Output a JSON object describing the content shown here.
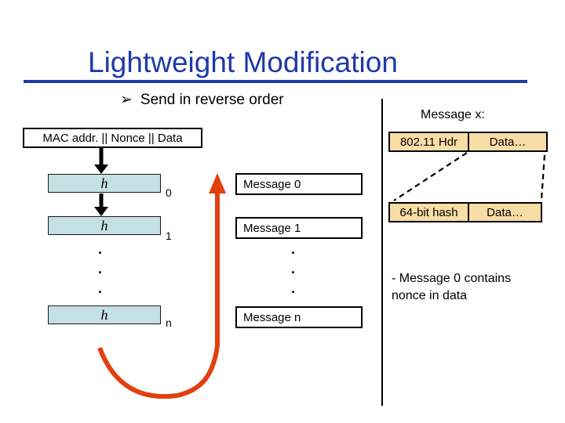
{
  "slide": {
    "title": "Lightweight Modification",
    "bullet": {
      "glyph": "➢",
      "text": "Send in reverse order"
    }
  },
  "pipeline": {
    "input_box": "MAC addr. || Nonce || Data",
    "hash_boxes": [
      {
        "label": "h",
        "subscript": "0"
      },
      {
        "label": "h",
        "subscript": "1"
      },
      {
        "label": "h",
        "subscript": "n"
      }
    ],
    "dots": [
      ".",
      ".",
      "."
    ]
  },
  "messages": {
    "items": [
      "Message 0",
      "Message 1",
      "Message n"
    ],
    "dots": [
      ".",
      ".",
      "."
    ]
  },
  "detail": {
    "heading": "Message x:",
    "packet_top": {
      "left": "802.11 Hdr",
      "right": "Data…"
    },
    "packet_bottom": {
      "left": "64-bit hash",
      "right": "Data…"
    },
    "note_line1": "- Message 0 contains",
    "note_line2": "nonce in data"
  },
  "colors": {
    "title_blue": "#1E3AA8",
    "hash_box_fill": "#C5E0E4",
    "packet_fill": "#F8DCA6",
    "reverse_arrow_red": "#E2400F"
  }
}
